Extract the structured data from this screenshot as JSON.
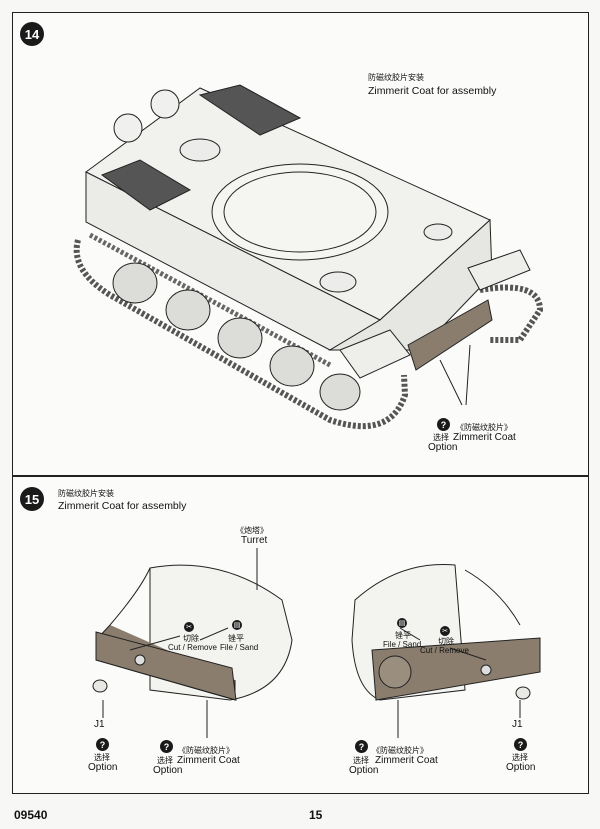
{
  "page": {
    "code": "09540",
    "number": "15"
  },
  "step14": {
    "number": "14",
    "title_cn": "防磁纹胶片安装",
    "title_en": "Zimmerit Coat  for assembly",
    "callout": {
      "option_cn": "选择",
      "option_en": "Option",
      "coat_cn": "《防磁纹胶片》",
      "coat_en": "Zimmerit Coat"
    }
  },
  "step15": {
    "number": "15",
    "title_cn": "防磁纹胶片安装",
    "title_en": "Zimmerit Coat for assembly",
    "turret_cn": "《炮塔》",
    "turret_en": "Turret",
    "left": {
      "cut_cn": "切除",
      "cut_en": "Cut / Remove",
      "file_cn": "锉平",
      "file_en": "File / Sand",
      "part": "J1",
      "option_cn": "选择",
      "option_en": "Option",
      "coat_cn": "《防磁纹胶片》",
      "coat_en": "Zimmerit Coat"
    },
    "right": {
      "file_cn": "锉平",
      "file_en": "File / Sand",
      "cut_cn": "切除",
      "cut_en": "Cut / Remove",
      "part": "J1",
      "option_cn": "选择",
      "option_en": "Option",
      "coat_cn": "《防磁纹胶片》",
      "coat_en": "Zimmerit Coat"
    }
  },
  "icons": {
    "option": "question-icon",
    "cut": "cut-tool-icon",
    "file": "file-tool-icon"
  }
}
